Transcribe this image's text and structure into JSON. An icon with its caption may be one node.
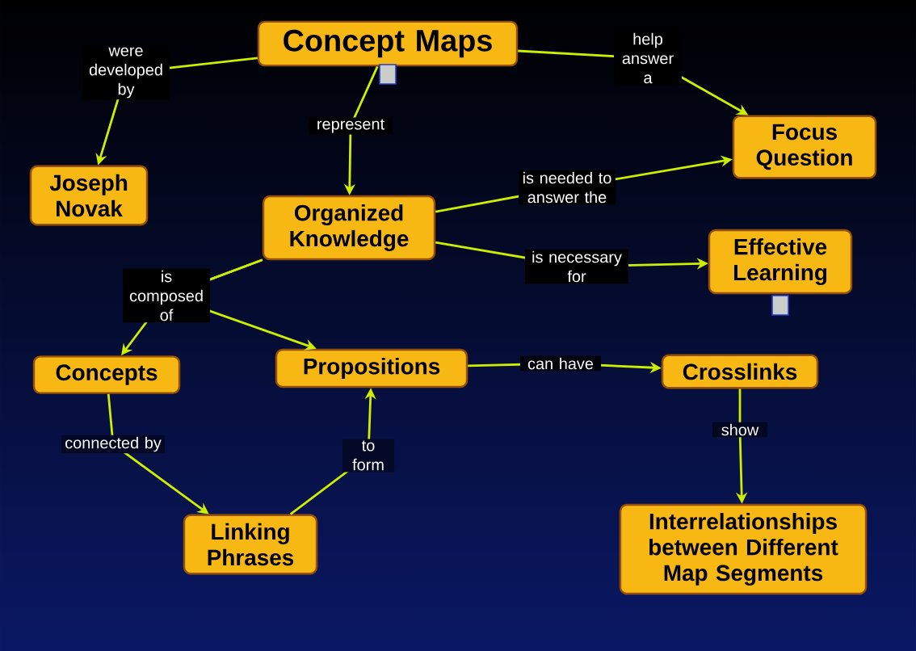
{
  "diagram": {
    "nodes": [
      {
        "text": [
          "Concept Maps"
        ]
      },
      {
        "text": [
          "Joseph Novak"
        ]
      },
      {
        "text": [
          "Focus Question"
        ]
      },
      {
        "text": [
          "Organized Knowledge"
        ]
      },
      {
        "text": [
          "Effective Learning"
        ]
      },
      {
        "text": [
          "Concepts"
        ]
      },
      {
        "text": [
          "Propositions"
        ]
      },
      {
        "text": [
          "Crosslinks"
        ]
      },
      {
        "text": [
          "Linking Phrases"
        ]
      },
      {
        "text": [
          "Interrelationships between Different Map Segments"
        ]
      }
    ],
    "edges": [
      {
        "from": 0,
        "to": 1,
        "arrow": "to",
        "label": "were developed by"
      },
      {
        "from": 0,
        "to": 3,
        "arrow": "to",
        "label": "represent"
      },
      {
        "from": 0,
        "to": 2,
        "arrow": "to",
        "label": "help answer a"
      },
      {
        "from": 3,
        "to": 2,
        "arrow": "to",
        "label": "is needed to answer the"
      },
      {
        "from": 3,
        "to": 4,
        "arrow": "to",
        "label": "is necessary for"
      },
      {
        "from": 3,
        "to": 5,
        "arrow": "to",
        "label": "is composed of"
      },
      {
        "from": 3,
        "to": 6,
        "arrow": "to"
      },
      {
        "from": 5,
        "to": 8,
        "arrow": "to",
        "label": "connected by"
      },
      {
        "from": 8,
        "to": 6,
        "arrow": "to",
        "label": "to form"
      },
      {
        "from": 6,
        "to": 7,
        "arrow": "to",
        "label": "can have"
      },
      {
        "from": 7,
        "to": 9,
        "arrow": "to",
        "label": "show"
      }
    ]
  }
}
